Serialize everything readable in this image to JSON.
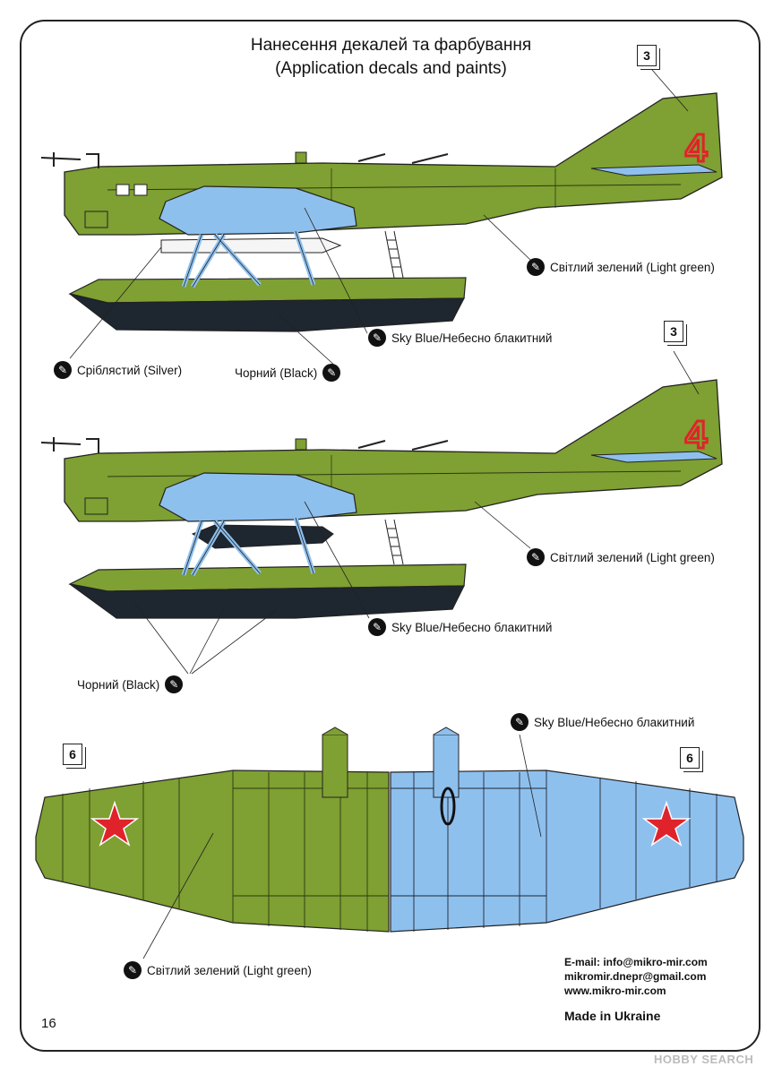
{
  "title": {
    "line1": "Нанесення декалей та фарбування",
    "line2": "(Application decals and paints)"
  },
  "colors": {
    "light_green": "#7fa032",
    "sky_blue": "#8ec0ee",
    "black": "#1e2630",
    "red": "#e0232b"
  },
  "profile_top": {
    "decal_number": "3",
    "tail_number": "4",
    "labels": {
      "light_green": "Світлий зелений (Light green)",
      "sky_blue": "Sky Blue/Небесно блакитний",
      "silver": "Сріблястий (Silver)",
      "black": "Чорний (Black)"
    }
  },
  "profile_bottom": {
    "decal_number": "3",
    "tail_number": "4",
    "labels": {
      "light_green": "Світлий зелений (Light green)",
      "sky_blue": "Sky Blue/Небесно блакитний",
      "black": "Чорний (Black)"
    }
  },
  "wing_view": {
    "decal_left": "6",
    "decal_right": "6",
    "labels": {
      "sky_blue": "Sky Blue/Небесно блакитний",
      "light_green": "Світлий зелений (Light green)"
    }
  },
  "contact": {
    "email": "E-mail: info@mikro-mir.com",
    "email2": "mikromir.dnepr@gmail.com",
    "web": "www.mikro-mir.com"
  },
  "made_in": "Made in Ukraine",
  "page_number": "16",
  "watermark": "HOBBY SEARCH"
}
